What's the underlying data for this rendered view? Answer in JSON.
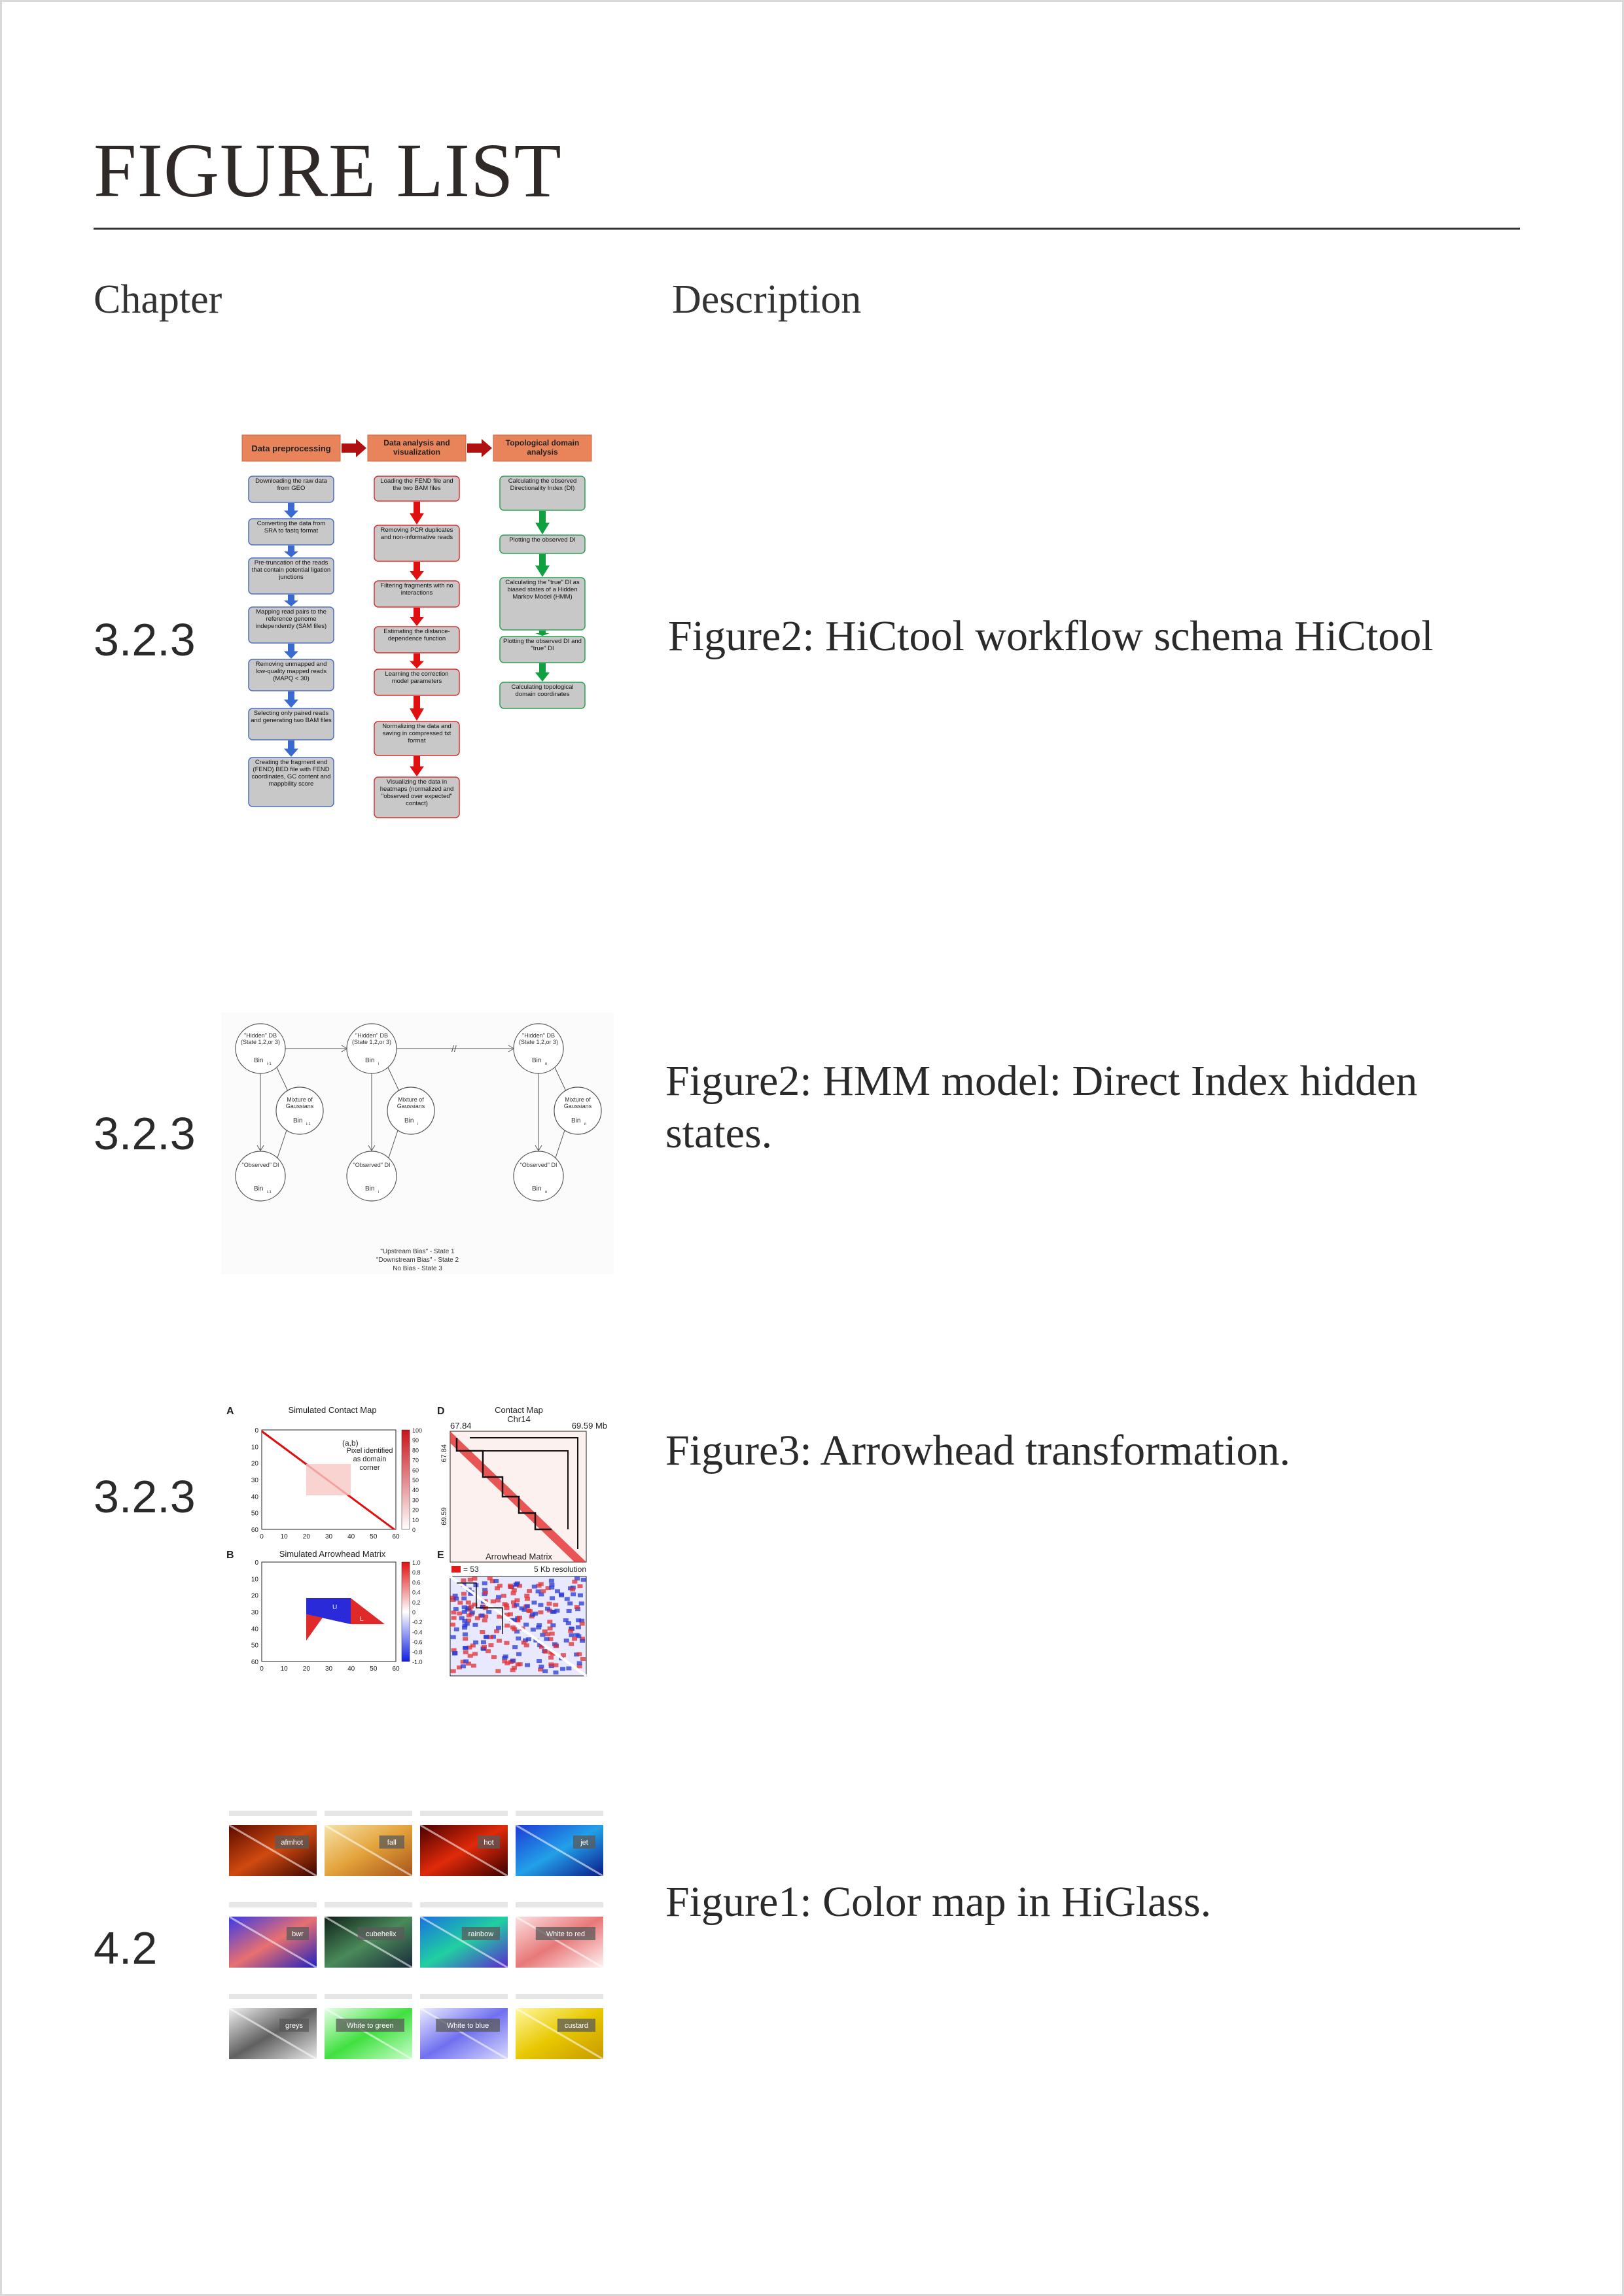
{
  "page": {
    "title": "FIGURE LIST",
    "columns": {
      "chapter": "Chapter",
      "description": "Description"
    }
  },
  "figures": [
    {
      "chapter": "3.2.3",
      "description": "Figure2: HiCtool workflow schema HiCtool",
      "workflow": {
        "col1_header": "Data preprocessing",
        "col2_header": "Data analysis and visualization",
        "col3_header": "Topological domain analysis",
        "col1_steps": [
          "Downloading the raw data from GEO",
          "Converting the data from SRA to fastq format",
          "Pre-truncation of the reads that contain potential ligation junctions",
          "Mapping read pairs to the reference genome independently (SAM files)",
          "Removing unmapped and low-quality mapped reads (MAPQ < 30)",
          "Selecting only paired reads and generating two BAM files",
          "Creating the fragment end (FEND) BED file with FEND coordinates, GC content and mappbility score"
        ],
        "col2_steps": [
          "Loading the FEND file and the two BAM files",
          "Removing PCR duplicates and non-informative reads",
          "Filtering fragments with no interactions",
          "Estimating the distance-dependence function",
          "Learning the correction model parameters",
          "Normalizing the data and saving in compressed txt format",
          "Visualizing the data in heatmaps (normalized and \"observed over expected\" contact)"
        ],
        "col3_steps": [
          "Calculating the observed Directionality Index (DI)",
          "Plotting the observed DI",
          "Calculating the \"true\" DI as biased states of a Hidden Markov Model (HMM)",
          "Plotting the observed DI and \"true\" DI",
          "Calculating topological domain coordinates"
        ]
      }
    },
    {
      "chapter": "3.2.3",
      "description": "Figure2: HMM model: Direct Index hidden states.",
      "hmm": {
        "hidden_label": "\"Hidden\" DB (State 1,2,or 3)",
        "mixture_label": "Mixture of Gaussians",
        "observed_label": "\"Observed\" DI",
        "bin": "Bin",
        "subs": [
          "i-1",
          "i",
          "n"
        ],
        "legend": [
          "\"Upstream Bias\" - State 1",
          "\"Downstream Bias\" - State 2",
          "No Bias - State 3"
        ]
      }
    },
    {
      "chapter": "3.2.3",
      "description": "Figure3: Arrowhead transformation.",
      "arrowhead": {
        "panel_a": "A",
        "panel_b": "B",
        "panel_d": "D",
        "panel_e": "E",
        "title_a": "Simulated Contact Map",
        "title_b": "Simulated Arrowhead Matrix",
        "title_d": "Contact Map",
        "subtitle_d": "Chr14",
        "title_e": "Arrowhead Matrix",
        "start_mb": "67.84",
        "end_mb": "69.59 Mb",
        "left_tick_top": "67.84",
        "left_tick_bottom": "69.59",
        "annotation_ab": "(a,b)",
        "annotation_pixel": "Pixel identified as domain corner",
        "legend_d": "= 53",
        "resolution": "5 Kb resolution",
        "axis_ticks": [
          "0",
          "10",
          "20",
          "30",
          "40",
          "50",
          "60"
        ],
        "colorbar_a": [
          "100",
          "90",
          "80",
          "70",
          "60",
          "50",
          "40",
          "30",
          "20",
          "10",
          "0"
        ],
        "colorbar_b": [
          "1.0",
          "0.8",
          "0.6",
          "0.4",
          "0.2",
          "0",
          "-0.2",
          "-0.4",
          "-0.6",
          "-0.8",
          "-1.0"
        ],
        "u_label": "U",
        "l_label": "L"
      }
    },
    {
      "chapter": "4.2",
      "description": "Figure1: Color map in HiGlass.",
      "colormaps": [
        "afmhot",
        "fall",
        "hot",
        "jet",
        "bwr",
        "cubehelix",
        "rainbow",
        "White to red",
        "greys",
        "White to green",
        "White to blue",
        "custard"
      ]
    }
  ]
}
